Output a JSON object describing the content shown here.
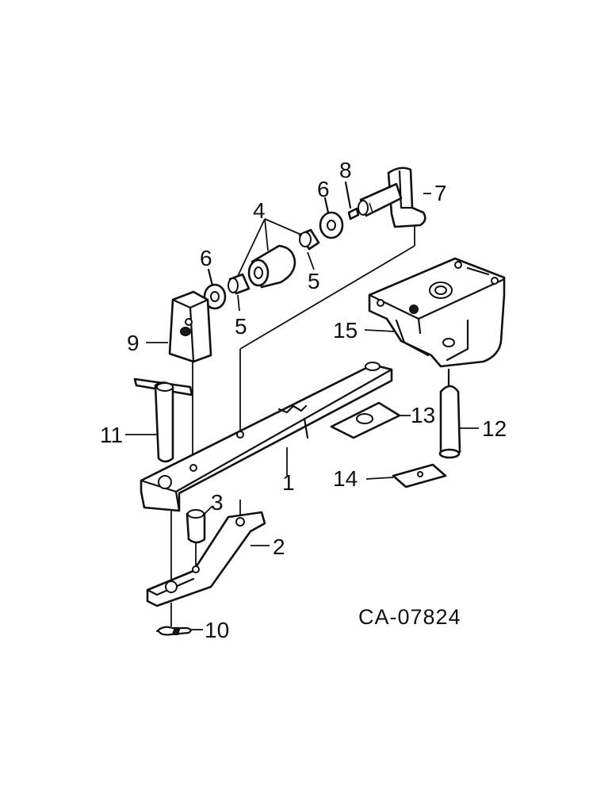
{
  "diagram_code": "CA-07824",
  "callouts": {
    "c1": "1",
    "c2": "2",
    "c3": "3",
    "c4": "4",
    "c5a": "5",
    "c5b": "5",
    "c6a": "6",
    "c6b": "6",
    "c7": "7",
    "c8": "8",
    "c9": "9",
    "c10": "10",
    "c11": "11",
    "c12": "12",
    "c13": "13",
    "c14": "14",
    "c15": "15"
  }
}
